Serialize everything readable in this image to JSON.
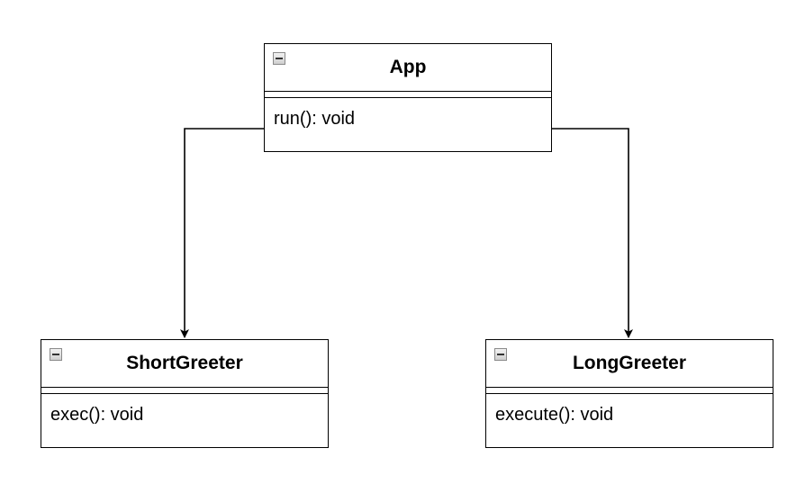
{
  "diagram": {
    "classes": {
      "app": {
        "name": "App",
        "methods": [
          "run(): void"
        ]
      },
      "short_greeter": {
        "name": "ShortGreeter",
        "methods": [
          "exec(): void"
        ]
      },
      "long_greeter": {
        "name": "LongGreeter",
        "methods": [
          "execute(): void"
        ]
      }
    },
    "edges": [
      {
        "from": "App",
        "to": "ShortGreeter"
      },
      {
        "from": "App",
        "to": "LongGreeter"
      }
    ],
    "colors": {
      "stroke": "#000000",
      "background": "#ffffff"
    }
  }
}
